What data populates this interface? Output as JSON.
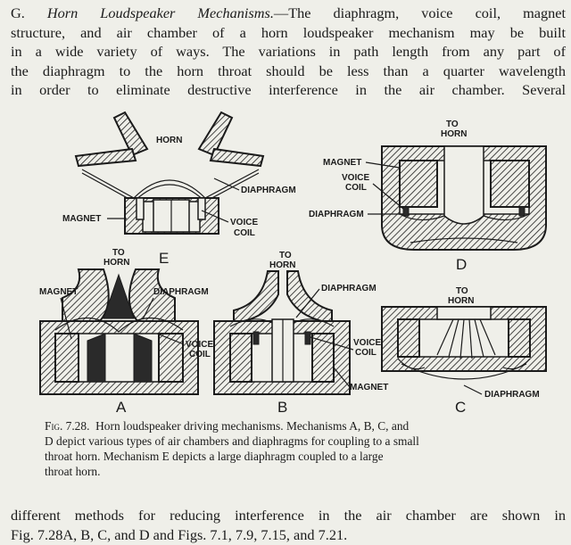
{
  "top_paragraph": {
    "lines": [
      {
        "pre": "G. ",
        "italic": "Horn Loudspeaker Mechanisms.",
        "post": "—The diaphragm, voice coil, magnet"
      },
      {
        "text": "structure, and air chamber of a horn loudspeaker mechanism may be built"
      },
      {
        "text": "in a wide variety of ways.  The variations in path length from any part of"
      },
      {
        "text": "the diaphragm to the horn throat should be less than a quarter wavelength"
      },
      {
        "text": "in order to eliminate destructive interference in the air chamber.  Several"
      }
    ]
  },
  "figure": {
    "mechanism_e": {
      "letter": "E",
      "horn": "HORN",
      "diaphragm": "DIAPHRAGM",
      "magnet": "MAGNET",
      "voice_coil_1": "VOICE",
      "voice_coil_2": "COIL"
    },
    "mechanism_d": {
      "letter": "D",
      "to_horn_1": "TO",
      "to_horn_2": "HORN",
      "magnet": "MAGNET",
      "voice_coil_1": "VOICE",
      "voice_coil_2": "COIL",
      "diaphragm": "DIAPHRAGM"
    },
    "mechanism_a": {
      "letter": "A",
      "to_horn_1": "TO",
      "to_horn_2": "HORN",
      "magnet": "MAGNET",
      "diaphragm": "DIAPHRAGM",
      "voice_coil_1": "VOICE",
      "voice_coil_2": "COIL"
    },
    "mechanism_b": {
      "letter": "B",
      "to_horn_1": "TO",
      "to_horn_2": "HORN",
      "diaphragm": "DIAPHRAGM",
      "voice_coil_1": "VOICE",
      "voice_coil_2": "COIL",
      "magnet": "MAGNET"
    },
    "mechanism_c": {
      "letter": "C",
      "to_horn_1": "TO",
      "to_horn_2": "HORN",
      "diaphragm": "DIAPHRAGM"
    }
  },
  "caption": {
    "figno": "Fig. 7.28.",
    "lines": [
      "Horn loudspeaker driving mechanisms.  Mechanisms A, B, C, and",
      "D depict various types of air chambers and diaphragms for coupling to a small",
      "throat horn.  Mechanism E depicts a large diaphragm coupled to a large",
      "throat horn."
    ]
  },
  "bottom_paragraph": {
    "lines": [
      "different methods for reducing interference in the air chamber are shown in",
      "Fig. 7.28A, B, C, and D and Figs. 7.1, 7.9, 7.15, and 7.21."
    ]
  }
}
